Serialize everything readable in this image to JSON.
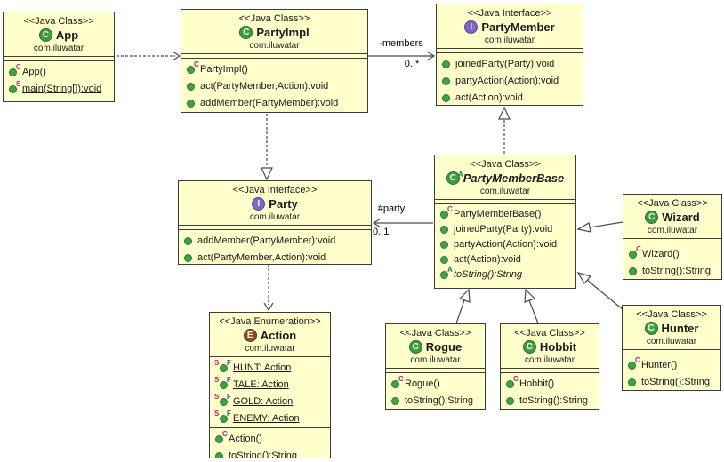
{
  "icons": {
    "class_letter": "C",
    "interface_letter": "I",
    "enum_letter": "E",
    "abstract_sup": "A",
    "constructor_sup": "C",
    "static_sup": "S",
    "field_static_sup": "S",
    "field_final_sup": "F"
  },
  "colors": {
    "box_fill": "#FFFFCC",
    "box_border": "#3C3C3C",
    "class_icon": "#3D9E42",
    "interface_icon": "#8166C9",
    "enum_icon": "#9A4A21",
    "public_member_dot": "#41A149",
    "constructor_marker": "#C2207A",
    "static_marker": "#C2207A",
    "abstract_marker": "#0E7D6B",
    "final_marker": "#3C50B4",
    "edge_stroke": "#4A4A4A"
  },
  "boxes": [
    {
      "stereotype": "<<Java Class>>",
      "name": "App",
      "package": "com.iluwatar",
      "members": [
        {
          "kind": "constructor",
          "label": "App()"
        },
        {
          "kind": "static-method",
          "label": "main(String[]):void"
        }
      ]
    },
    {
      "stereotype": "<<Java Class>>",
      "name": "PartyImpl",
      "package": "com.iluwatar",
      "members": [
        {
          "kind": "constructor",
          "label": "PartyImpl()"
        },
        {
          "kind": "public-method",
          "label": "act(PartyMember,Action):void"
        },
        {
          "kind": "public-method",
          "label": "addMember(PartyMember):void"
        }
      ]
    },
    {
      "stereotype": "<<Java Interface>>",
      "name": "PartyMember",
      "package": "com.iluwatar",
      "members": [
        {
          "kind": "public-method",
          "label": "joinedParty(Party):void"
        },
        {
          "kind": "public-method",
          "label": "partyAction(Action):void"
        },
        {
          "kind": "public-method",
          "label": "act(Action):void"
        }
      ]
    },
    {
      "stereotype": "<<Java Interface>>",
      "name": "Party",
      "package": "com.iluwatar",
      "members": [
        {
          "kind": "public-method",
          "label": "addMember(PartyMember):void"
        },
        {
          "kind": "public-method",
          "label": "act(PartyMember,Action):void"
        }
      ]
    },
    {
      "stereotype": "<<Java Class>>",
      "name": "PartyMemberBase",
      "package": "com.iluwatar",
      "members": [
        {
          "kind": "constructor",
          "label": "PartyMemberBase()"
        },
        {
          "kind": "public-method",
          "label": "joinedParty(Party):void"
        },
        {
          "kind": "public-method",
          "label": "partyAction(Action):void"
        },
        {
          "kind": "public-method",
          "label": "act(Action):void"
        },
        {
          "kind": "abstract-method",
          "label": "toString():String"
        }
      ]
    },
    {
      "stereotype": "<<Java Class>>",
      "name": "Wizard",
      "package": "com.iluwatar",
      "members": [
        {
          "kind": "constructor",
          "label": "Wizard()"
        },
        {
          "kind": "public-method",
          "label": "toString():String"
        }
      ]
    },
    {
      "stereotype": "<<Java Class>>",
      "name": "Hunter",
      "package": "com.iluwatar",
      "members": [
        {
          "kind": "constructor",
          "label": "Hunter()"
        },
        {
          "kind": "public-method",
          "label": "toString():String"
        }
      ]
    },
    {
      "stereotype": "<<Java Class>>",
      "name": "Rogue",
      "package": "com.iluwatar",
      "members": [
        {
          "kind": "constructor",
          "label": "Rogue()"
        },
        {
          "kind": "public-method",
          "label": "toString():String"
        }
      ]
    },
    {
      "stereotype": "<<Java Class>>",
      "name": "Hobbit",
      "package": "com.iluwatar",
      "members": [
        {
          "kind": "constructor",
          "label": "Hobbit()"
        },
        {
          "kind": "public-method",
          "label": "toString():String"
        }
      ]
    },
    {
      "stereotype": "<<Java Enumeration>>",
      "name": "Action",
      "package": "com.iluwatar",
      "fields": [
        {
          "kind": "enum-constant",
          "label": "HUNT: Action"
        },
        {
          "kind": "enum-constant",
          "label": "TALE: Action"
        },
        {
          "kind": "enum-constant",
          "label": "GOLD: Action"
        },
        {
          "kind": "enum-constant",
          "label": "ENEMY: Action"
        }
      ],
      "members": [
        {
          "kind": "constructor",
          "label": "Action()"
        },
        {
          "kind": "public-method",
          "label": "toString():String"
        }
      ]
    }
  ],
  "edges": {
    "members_assoc": {
      "label": "-members",
      "multiplicity": "0..*"
    },
    "party_assoc": {
      "label": "#party",
      "multiplicity": "0..1"
    }
  }
}
